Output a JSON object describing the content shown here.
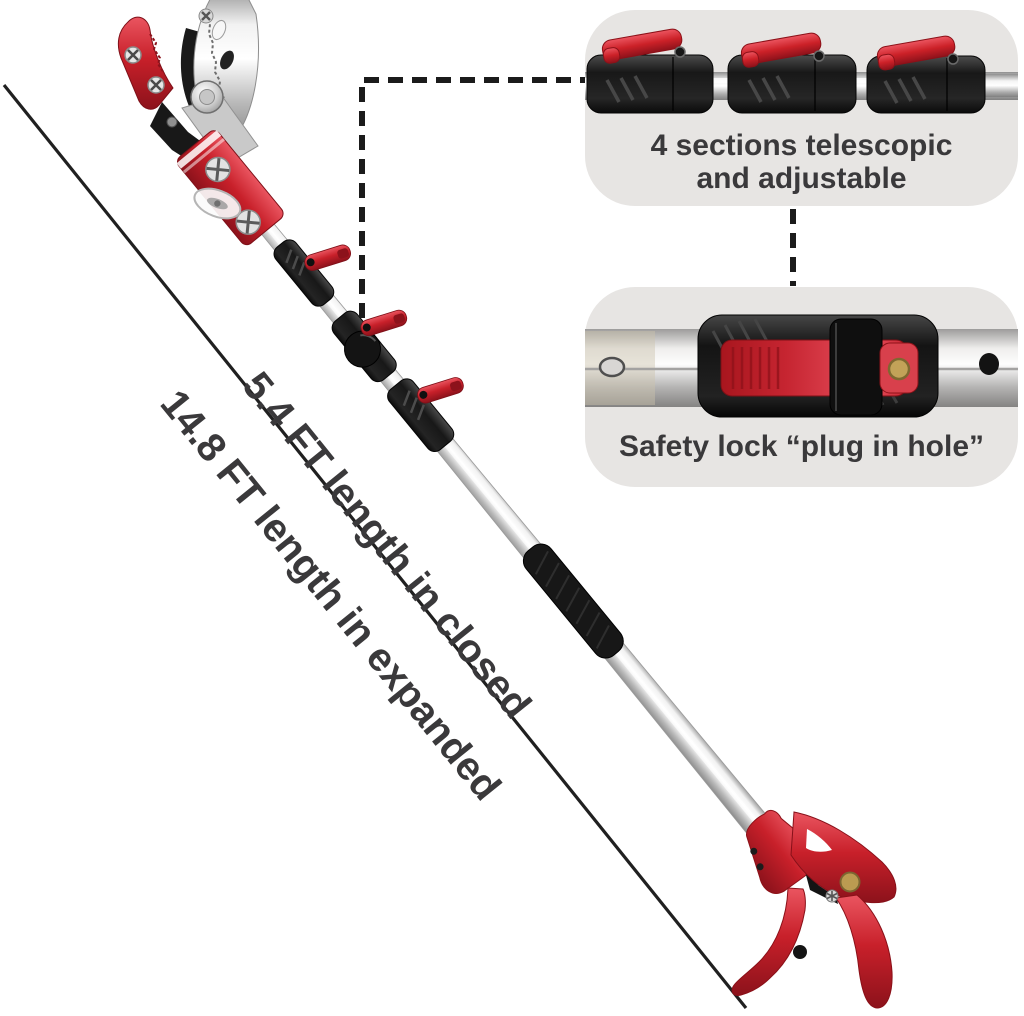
{
  "labels": {
    "closed_length": "5.4 FT length in closed",
    "expanded_length": "14.8 FT length in expanded"
  },
  "callouts": {
    "sections": {
      "line1": "4 sections telescopic",
      "line2": "and adjustable"
    },
    "safety_lock": {
      "line1": "Safety lock “plug in hole”"
    }
  },
  "colors": {
    "background": "#ffffff",
    "inset-bg": "#e7e5e3",
    "text-dark": "#3a393b",
    "accent-red": "#c8202a",
    "line-black": "#1d1d1d"
  }
}
